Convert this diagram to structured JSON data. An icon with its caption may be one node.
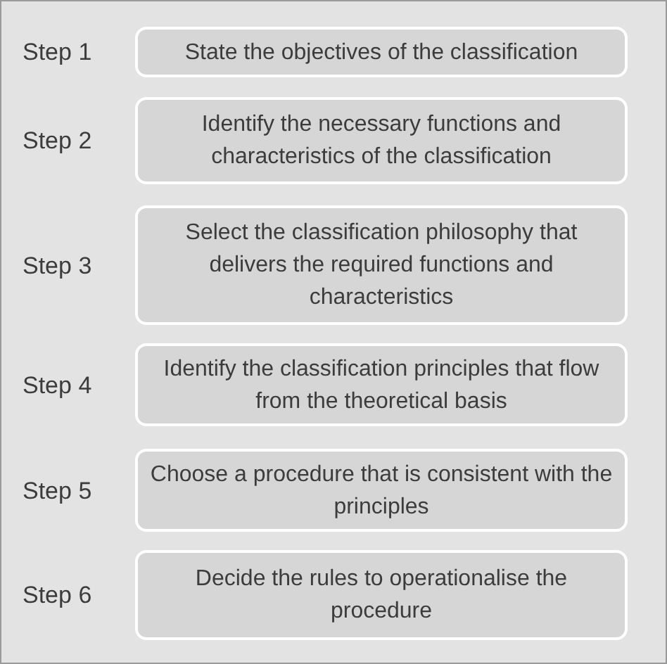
{
  "diagram": {
    "nodes": [
      {
        "text": [
          "State the objectives of the classification"
        ],
        "beside": [
          "Step 1"
        ]
      },
      {
        "text": [
          "Identify the necessary functions and characteristics of the classification"
        ],
        "beside": [
          "Step 2"
        ]
      },
      {
        "text": [
          "Select the classification philosophy that delivers the required functions and characteristics"
        ],
        "beside": [
          "Step 3"
        ]
      },
      {
        "text": [
          "Identify the classification principles that flow from the theoretical basis"
        ],
        "beside": [
          "Step 4"
        ]
      },
      {
        "text": [
          "Choose a procedure that is consistent with the principles"
        ],
        "beside": [
          "Step 5"
        ]
      },
      {
        "text": [
          "Decide the rules to operationalise the procedure"
        ],
        "beside": [
          "Step 6"
        ]
      }
    ]
  }
}
